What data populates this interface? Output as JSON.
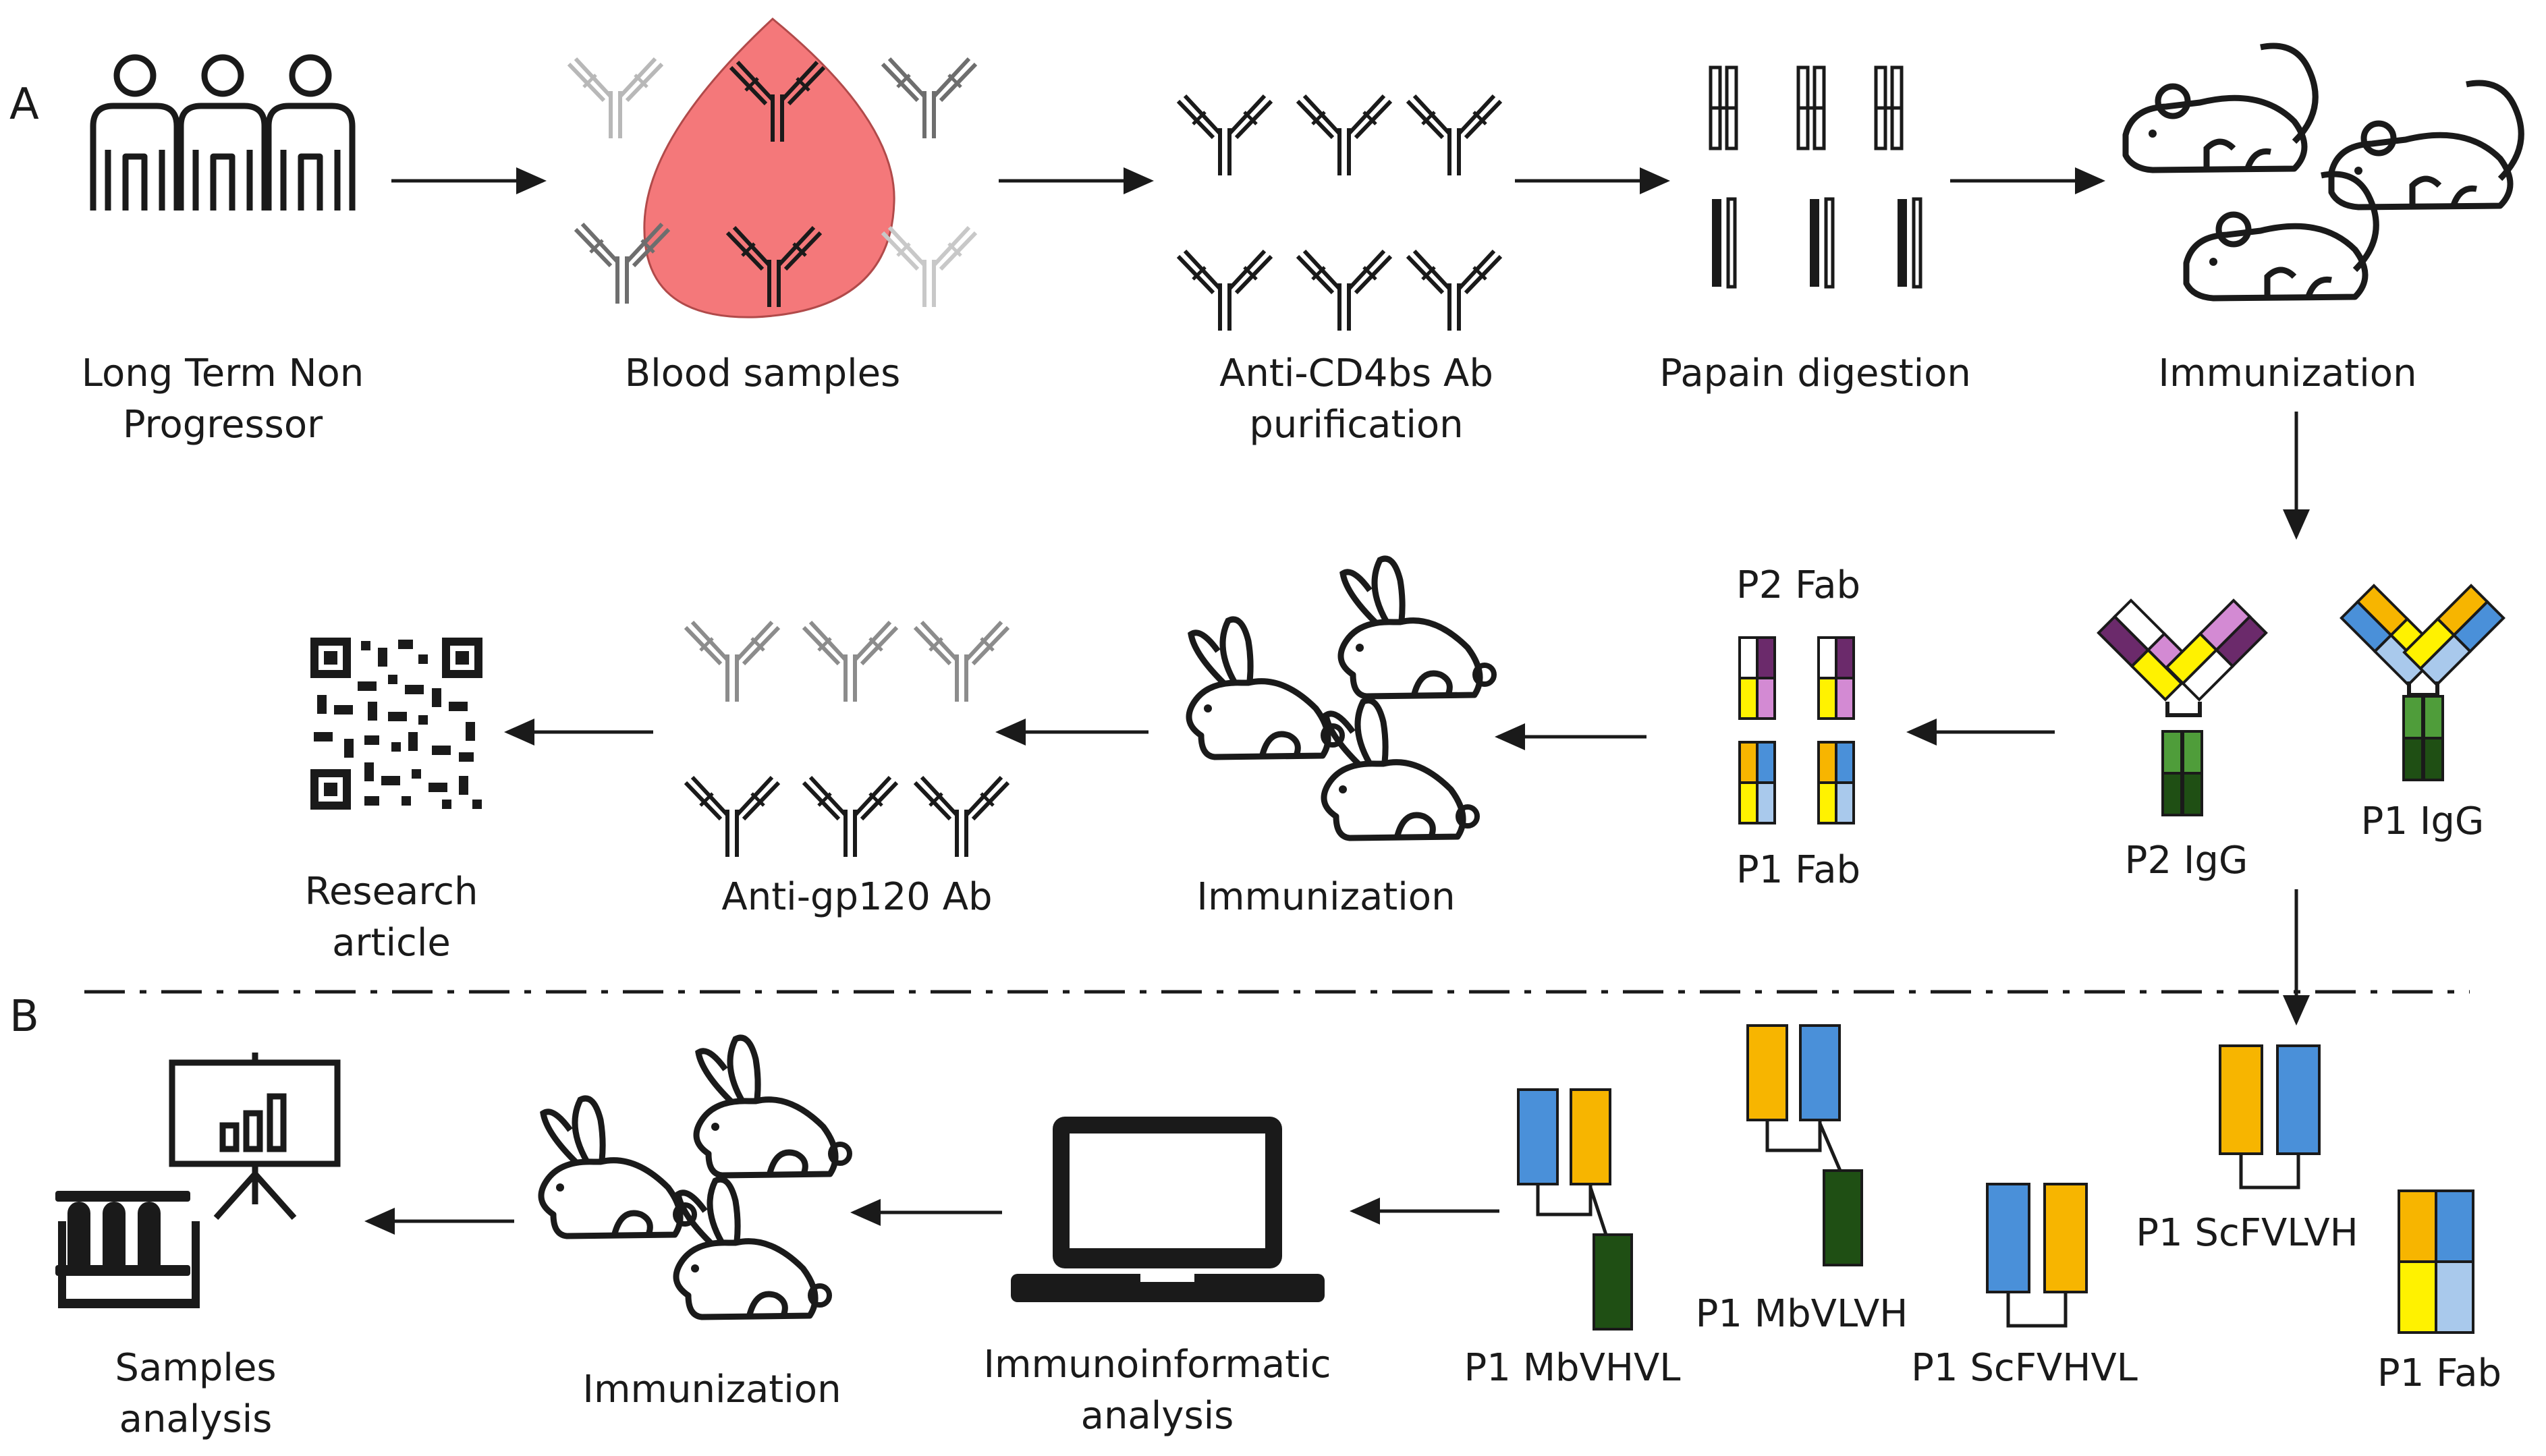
{
  "panels": {
    "a": "A",
    "b": "B"
  },
  "labels": {
    "ltnp": "Long Term Non\nProgressor",
    "blood": "Blood samples",
    "purif": "Anti-CD4bs Ab\npurification",
    "papain": "Papain digestion",
    "immun_mice": "Immunization",
    "p2fab": "P2 Fab",
    "p1fab_row2": "P1 Fab",
    "p2igg": "P2 IgG",
    "p1igg": "P1 IgG",
    "immun_rabbit_a": "Immunization",
    "anti_gp120": "Anti-gp120 Ab",
    "research": "Research\narticle",
    "samples": "Samples\nanalysis",
    "immun_rabbit_b": "Immunization",
    "immunoinf": "Immunoinformatic\nanalysis",
    "mbvhvl": "P1 MbVHVL",
    "mbvlvh": "P1 MbVLVH",
    "scfvhvl": "P1 ScFVHVL",
    "scfvlvh": "P1 ScFVLVH",
    "p1fab_b": "P1 Fab"
  },
  "colors": {
    "blood_drop": "#f4787a",
    "heavy_dark": "#1f4f14",
    "heavy_light": "#4f9d3a",
    "vh_orange": "#f7b500",
    "vl_blue": "#4a90d9",
    "light_yellow": "#fff200",
    "light_blue_pale": "#a9c9ec",
    "p2_purple": "#6b2a6b",
    "p2_pink": "#d38ad3",
    "ink": "#1a1a1a",
    "grey_ab": "#8c8c8c"
  },
  "icons": [
    "person-icon",
    "blood-drop-icon",
    "antibody-icon",
    "mouse-icon",
    "rabbit-icon",
    "qr-code-icon",
    "laptop-icon",
    "test-tubes-icon",
    "presentation-board-icon",
    "arrow-icon"
  ]
}
